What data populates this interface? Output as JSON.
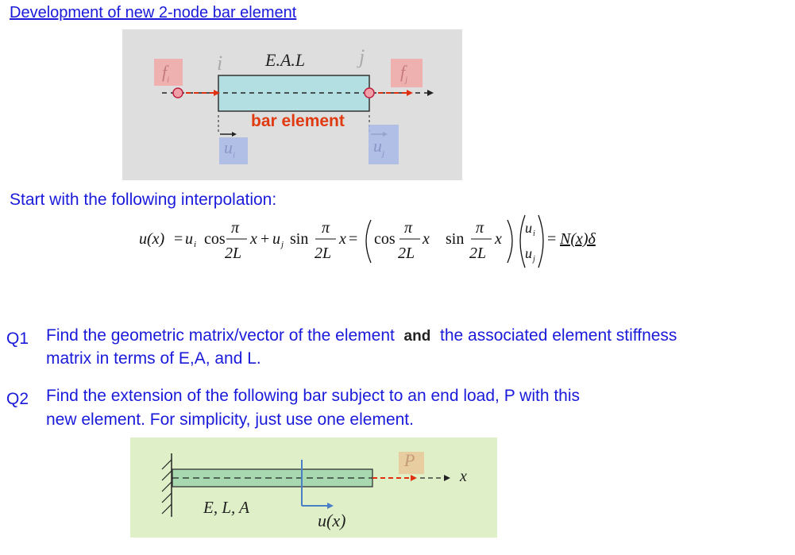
{
  "title": "Development of new 2-node bar element",
  "figure1": {
    "label_top": "E.A.L",
    "node_i": "i",
    "node_j": "j",
    "force_i": "f",
    "force_i_sub": "i",
    "force_j": "f",
    "force_j_sub": "j",
    "element_label": "bar element",
    "disp_i": "u",
    "disp_i_sub": "i",
    "disp_j": "u",
    "disp_j_sub": "j"
  },
  "intro": "Start with the following interpolation:",
  "equation": {
    "lhs": "u(x)",
    "eq": "=",
    "u_i": "u",
    "sub_i": "i",
    "sub_j": "j",
    "cos": "cos",
    "sin": "sin",
    "pi": "π",
    "twoL": "2L",
    "x": "x",
    "plus": "+",
    "u_j": "u",
    "rhs": "N(x)δ"
  },
  "q1": {
    "num": "Q1",
    "text_a": "Find the geometric matrix/vector of the element",
    "and": "and",
    "text_b": "the associated element stiffness",
    "text_c": "matrix in terms of E,A, and L."
  },
  "q2": {
    "num": "Q2",
    "text_a": "Find the extension of the following bar  subject to an end load, P with this",
    "text_b": "new element.  For simplicity, just use one element."
  },
  "figure2": {
    "load": "P",
    "axis": "x",
    "props": "E, L, A",
    "disp": "u(x)"
  },
  "colors": {
    "text_blue": "#1a1adb",
    "bar_cyan": "#b3dfe3",
    "bar_green": "#a8d8b0",
    "red_arrow": "#e03010",
    "element_label": "#e03a10"
  }
}
